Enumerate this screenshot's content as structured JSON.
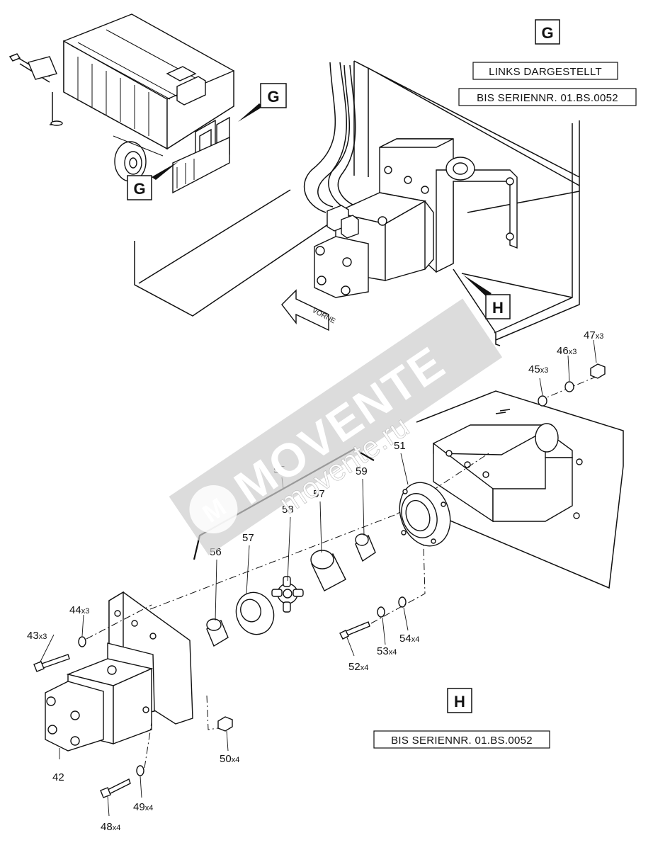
{
  "views": {
    "g": {
      "letter": "G",
      "note_side": "LINKS DARGESTELLT",
      "note_serial": "BIS SERIENNR. 01.BS.0052"
    },
    "h": {
      "letter": "H",
      "note_serial": "BIS SERIENNR. 01.BS.0052"
    },
    "callouts": {
      "g_a": "G",
      "g_b": "G",
      "h": "H"
    }
  },
  "direction_label": "VORNE",
  "watermark": {
    "brand": "MOVENTE",
    "brand_mark": "M",
    "url": "movente.ru"
  },
  "parts": [
    {
      "id": "42",
      "qty": ""
    },
    {
      "id": "43",
      "qty": "x3"
    },
    {
      "id": "44",
      "qty": "x3"
    },
    {
      "id": "45",
      "qty": "x3"
    },
    {
      "id": "46",
      "qty": "x3"
    },
    {
      "id": "47",
      "qty": "x3"
    },
    {
      "id": "48",
      "qty": "x4"
    },
    {
      "id": "49",
      "qty": "x4"
    },
    {
      "id": "50",
      "qty": "x4"
    },
    {
      "id": "51",
      "qty": ""
    },
    {
      "id": "52",
      "qty": "x4"
    },
    {
      "id": "53",
      "qty": "x4"
    },
    {
      "id": "54",
      "qty": "x4"
    },
    {
      "id": "55",
      "qty": ""
    },
    {
      "id": "56",
      "qty": ""
    },
    {
      "id": "57",
      "qty": ""
    },
    {
      "id": "57",
      "qty": ""
    },
    {
      "id": "58",
      "qty": ""
    },
    {
      "id": "59",
      "qty": ""
    }
  ]
}
